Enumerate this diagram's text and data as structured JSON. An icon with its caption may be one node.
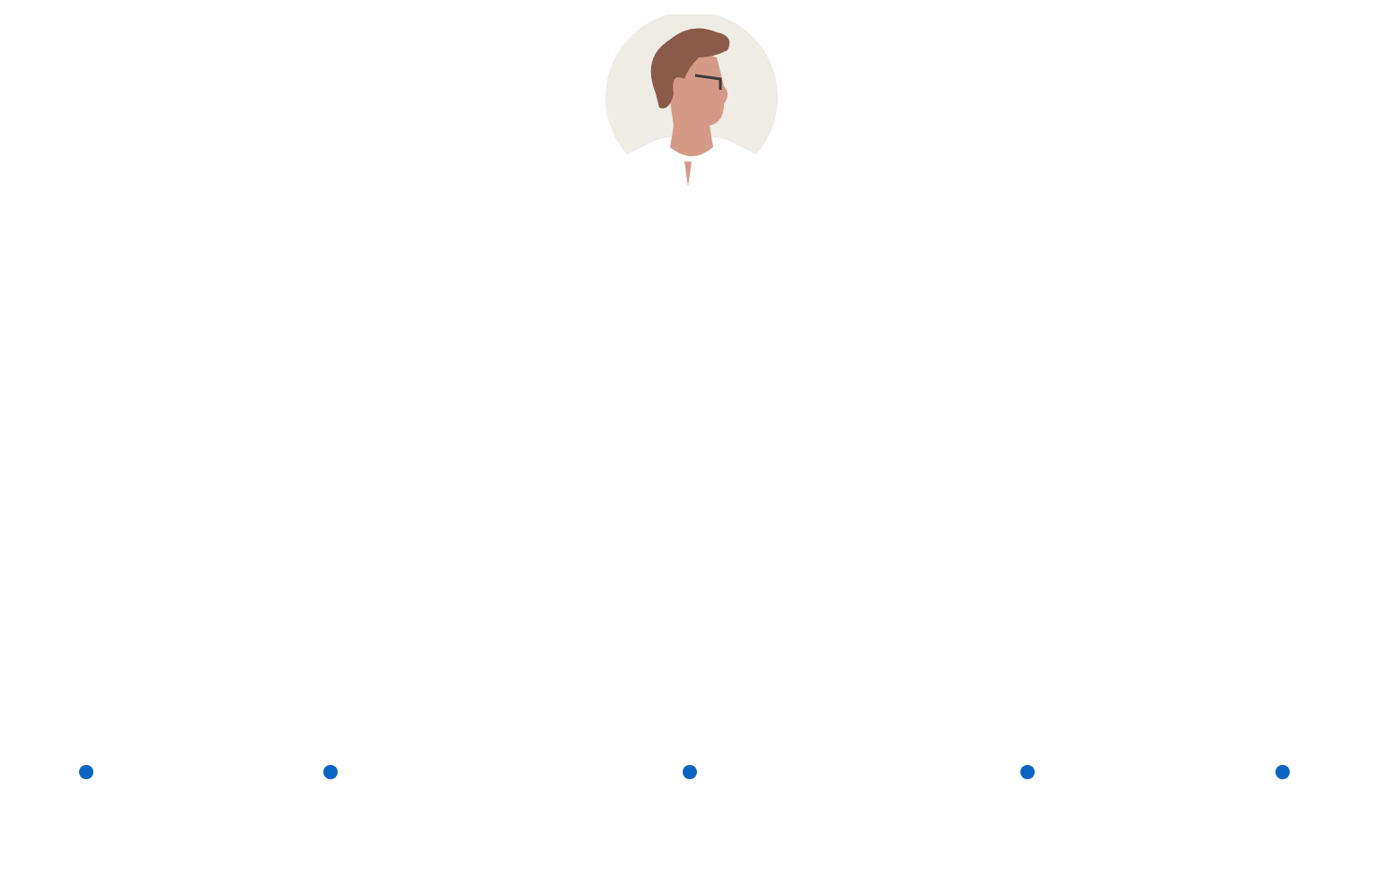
{
  "diagram": {
    "nodes": [
      {
        "text": [],
        "shape": "person"
      },
      {
        "text": [],
        "shape": "circle"
      },
      {
        "text": [],
        "shape": "circle"
      },
      {
        "text": [],
        "shape": "circle"
      },
      {
        "text": [],
        "shape": "circle"
      },
      {
        "text": [],
        "shape": "circle"
      }
    ]
  }
}
